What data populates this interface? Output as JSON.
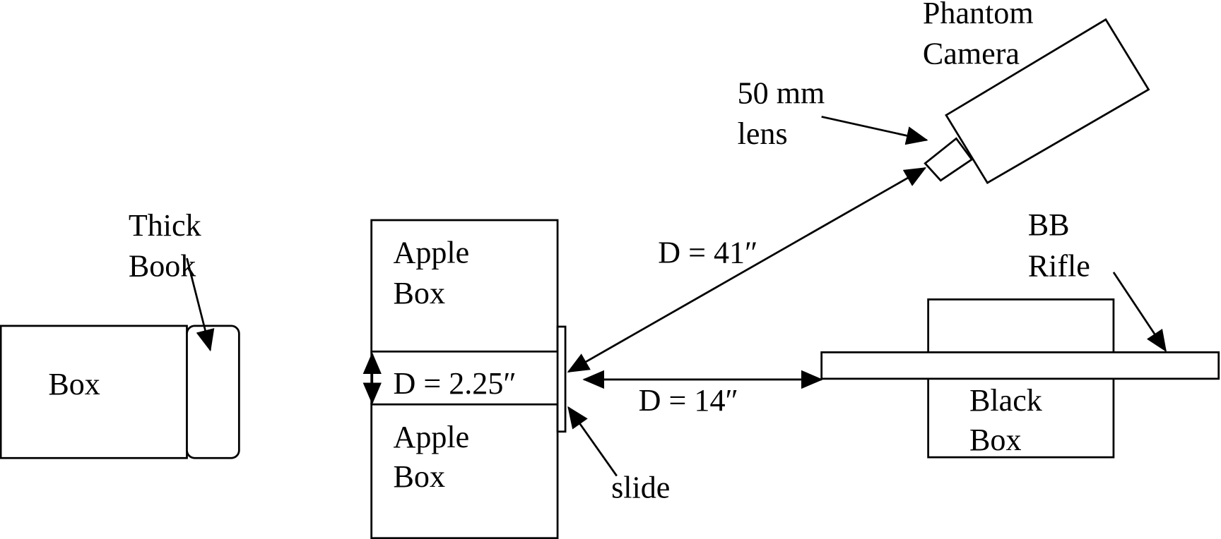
{
  "labels": {
    "box": "Box",
    "thick_book": [
      "Thick",
      "Book"
    ],
    "apple_box_top": [
      "Apple",
      "Box"
    ],
    "apple_box_bottom": [
      "Apple",
      "Box"
    ],
    "gap_distance": "D = 2.25″",
    "camera_distance": "D = 41″",
    "rifle_distance": "D = 14″",
    "slide": "slide",
    "camera": [
      "Phantom",
      "Camera"
    ],
    "lens": [
      "50 mm",
      "lens"
    ],
    "black_box": [
      "Black",
      "Box"
    ],
    "rifle": [
      "BB",
      "Rifle"
    ]
  },
  "colors": {
    "stroke": "#000000",
    "background": "#ffffff"
  }
}
